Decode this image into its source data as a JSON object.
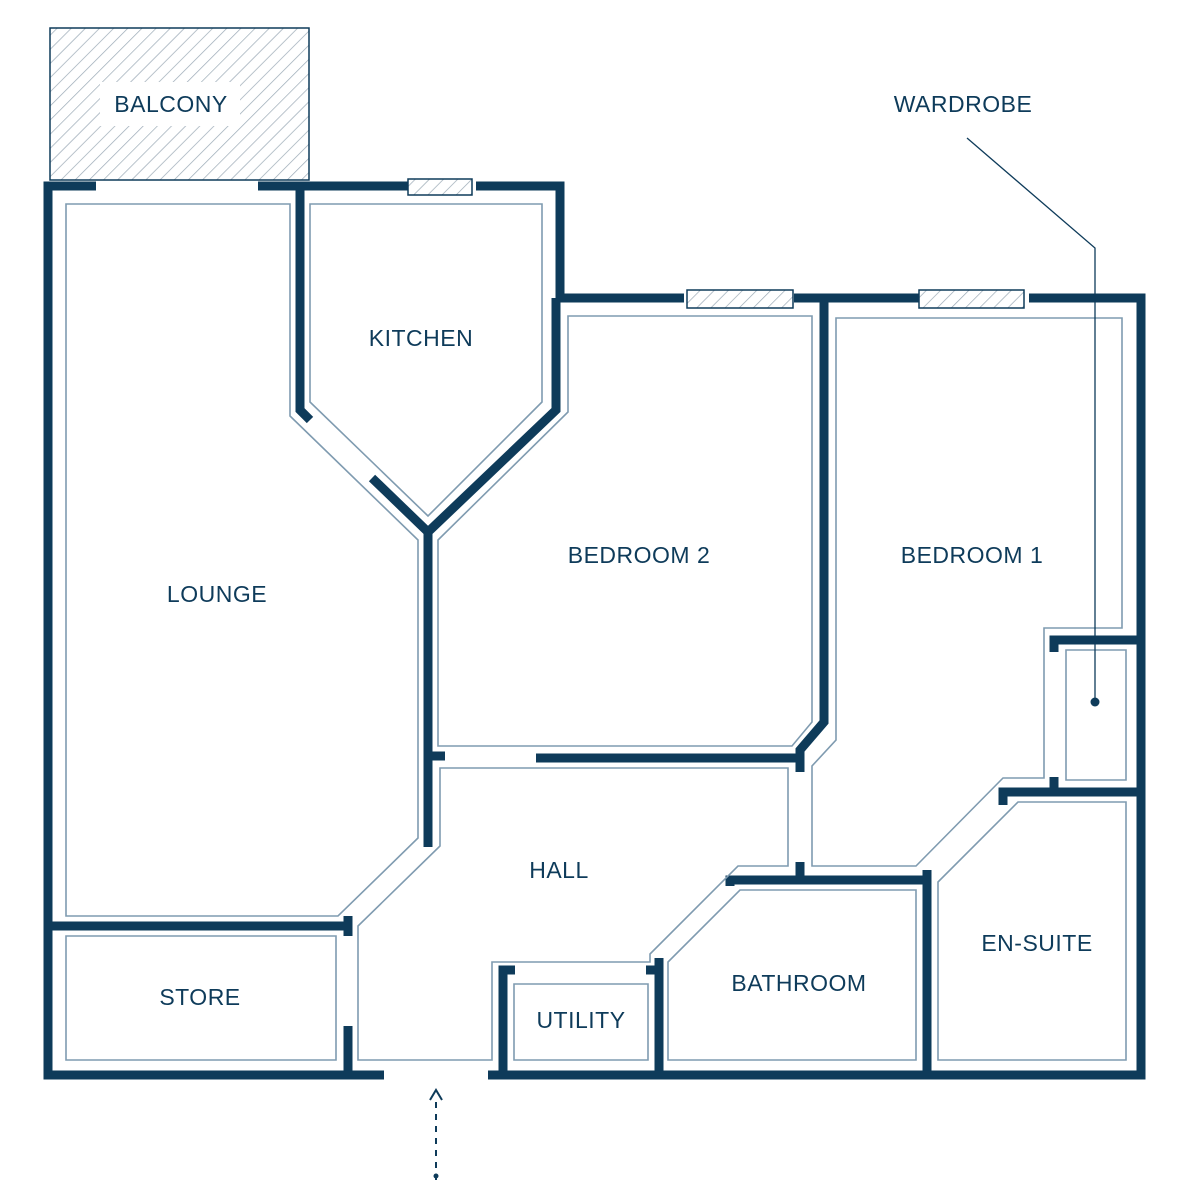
{
  "rooms": {
    "balcony": "BALCONY",
    "kitchen": "KITCHEN",
    "lounge": "LOUNGE",
    "bedroom2": "BEDROOM 2",
    "bedroom1": "BEDROOM 1",
    "hall": "HALL",
    "store": "STORE",
    "utility": "UTILITY",
    "bathroom": "BATHROOM",
    "ensuite": "EN-SUITE"
  },
  "callouts": {
    "wardrobe": "WARDROBE"
  },
  "colors": {
    "wall": "#0e3b5a",
    "inner_line": "#7f9bb0",
    "background": "#ffffff"
  }
}
